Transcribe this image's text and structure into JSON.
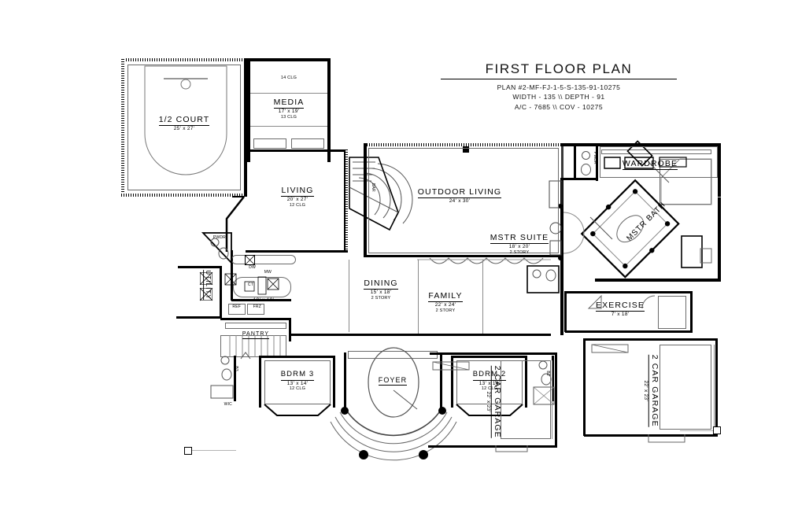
{
  "document": {
    "type": "architectural-floor-plan",
    "orientation_note": "mirrored",
    "background": "#ffffff",
    "ink": "#000000"
  },
  "title_block": {
    "title": "FIRST FLOOR PLAN",
    "plan_number": "PLAN #2-MF-FJ-1-5-S-135-91-10275",
    "size_line": "WIDTH - 135 \\\\ DEPTH - 91",
    "area_line": "A/C - 7685 \\\\ COV - 10275"
  },
  "rooms": [
    {
      "id": "half-court",
      "name": "1/2 COURT",
      "dim": "25' x 27'",
      "clg": ""
    },
    {
      "id": "media",
      "name": "MEDIA",
      "dim": "17' x 19'",
      "clg": "13 CLG",
      "clg_above": "14 CLG"
    },
    {
      "id": "living",
      "name": "LIVING",
      "dim": "20' x 27'",
      "clg": "12 CLG"
    },
    {
      "id": "outdoor",
      "name": "OUTDOOR LIVING",
      "dim": "24' x 30'",
      "clg": ""
    },
    {
      "id": "dining",
      "name": "DINING",
      "dim": "15' x 18'",
      "clg": "2 STORY"
    },
    {
      "id": "family",
      "name": "FAMILY",
      "dim": "22' x 24'",
      "clg": "2 STORY"
    },
    {
      "id": "mstr-suite",
      "name": "MSTR SUITE",
      "dim": "18' x 20'",
      "clg": "2 STORY"
    },
    {
      "id": "wardrobe",
      "name": "WARDROBE",
      "dim": "",
      "clg": ""
    },
    {
      "id": "mstr-bath",
      "name": "MSTR BATH",
      "dim": "",
      "clg": ""
    },
    {
      "id": "exercise",
      "name": "EXERCISE",
      "dim": "7' x 18'",
      "clg": ""
    },
    {
      "id": "bdrm-2",
      "name": "BDRM 2",
      "dim": "13' x 14'",
      "clg": "12 CLG"
    },
    {
      "id": "bdrm-3",
      "name": "BDRM 3",
      "dim": "13' x 14'",
      "clg": "12 CLG"
    },
    {
      "id": "foyer",
      "name": "FOYER",
      "dim": "",
      "clg": ""
    },
    {
      "id": "garage-left",
      "name": "2 CAR GARAGE",
      "dim": "22' x 23'",
      "clg": ""
    },
    {
      "id": "garage-right",
      "name": "2 CAR GARAGE",
      "dim": "22' x 23'",
      "clg": ""
    },
    {
      "id": "utility",
      "name": "UTILITY",
      "dim": "",
      "clg": ""
    },
    {
      "id": "pantry",
      "name": "PANTRY",
      "dim": "",
      "clg": ""
    },
    {
      "id": "kitchen",
      "name": "",
      "dim": "19' x 19'",
      "clg": ""
    }
  ],
  "small_labels": {
    "pwdr": "PWDR",
    "pwdr2": "PWDR",
    "bath2": "B2",
    "bath3": "B3",
    "wic": "WIC",
    "bar": "BAR",
    "bar2": "BAR",
    "dw": "DW",
    "mw": "MW",
    "ct": "CT",
    "ref": "REF",
    "frz": "FRZ",
    "ref2": "REF",
    "d": "D",
    "w": "W",
    "ht": "HT"
  }
}
